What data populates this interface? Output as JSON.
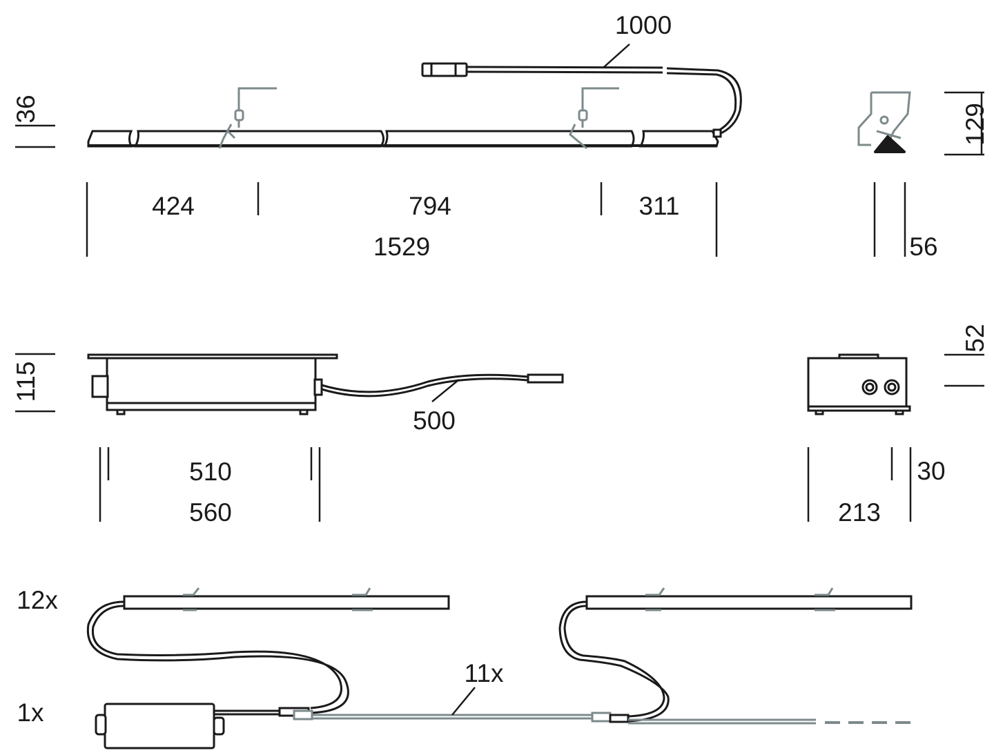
{
  "top_view": {
    "cable_length": "1000",
    "profile_height": "36",
    "bracket_height": "129",
    "segment_1": "424",
    "segment_2": "794",
    "segment_3": "311",
    "total_length": "1529",
    "profile_width": "56"
  },
  "driver_view": {
    "height": "115",
    "cable_length": "500",
    "inner_length": "510",
    "outer_length": "560",
    "mount_height": "52",
    "side_inner": "30",
    "side_width": "213"
  },
  "wiring": {
    "luminaire_count": "12x",
    "driver_count": "1x",
    "connector_count": "11x",
    "colors": {
      "line": "#1a1a1a",
      "accessory": "#7d8a8c"
    }
  }
}
